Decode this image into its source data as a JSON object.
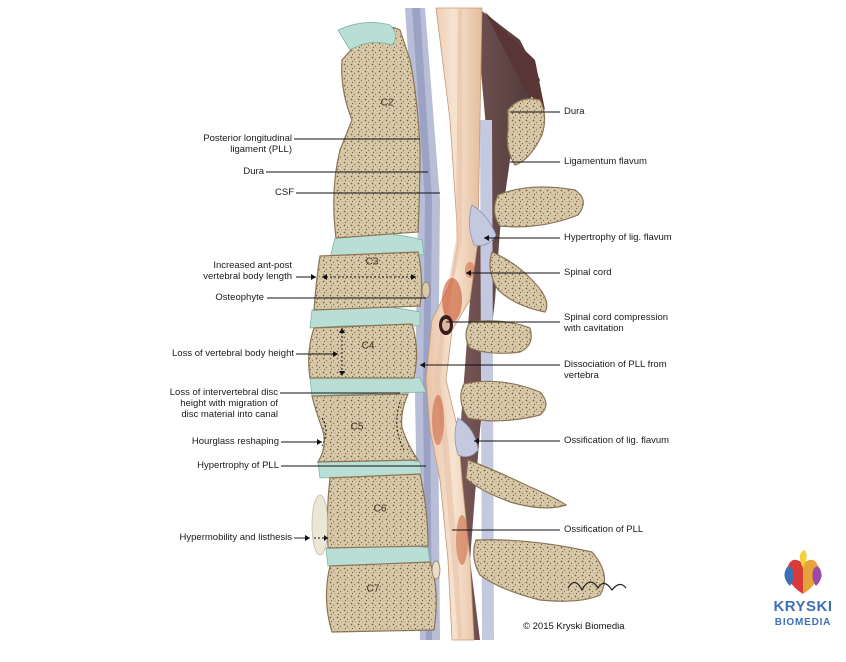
{
  "left_labels": [
    {
      "id": "pll",
      "text": "Posterior longitudinal\nligament (PLL)"
    },
    {
      "id": "dura-left",
      "text": "Dura"
    },
    {
      "id": "csf",
      "text": "CSF"
    },
    {
      "id": "ant-post",
      "text": "Increased ant-post\nvertebral body length"
    },
    {
      "id": "osteophyte",
      "text": "Osteophyte"
    },
    {
      "id": "loss-height",
      "text": "Loss of vertebral body height"
    },
    {
      "id": "loss-disc",
      "text": "Loss of intervertebral disc\nheight with migration of\ndisc material into canal"
    },
    {
      "id": "hourglass",
      "text": "Hourglass reshaping"
    },
    {
      "id": "hypertrophy-pll",
      "text": "Hypertrophy of PLL"
    },
    {
      "id": "hypermobility",
      "text": "Hypermobility and listhesis"
    }
  ],
  "right_labels": [
    {
      "id": "dura-right",
      "text": "Dura"
    },
    {
      "id": "lig-flavum",
      "text": "Ligamentum flavum"
    },
    {
      "id": "hyp-lig-flavum",
      "text": "Hypertrophy of lig. flavum"
    },
    {
      "id": "spinal-cord",
      "text": "Spinal cord"
    },
    {
      "id": "cord-compression",
      "text": "Spinal cord compression\nwith cavitation"
    },
    {
      "id": "dissociation-pll",
      "text": "Dissociation of PLL from\nvertebra"
    },
    {
      "id": "ossif-lig-flavum",
      "text": "Ossification of lig. flavum"
    },
    {
      "id": "ossif-pll",
      "text": "Ossification of PLL"
    }
  ],
  "vertebrae": [
    "C2",
    "C3",
    "C4",
    "C5",
    "C6",
    "C7"
  ],
  "signature": "Kryski",
  "copyright": "© 2015 Kryski Biomedia",
  "logo": {
    "line1": "KRYSKI",
    "line2": "BIOMEDIA"
  },
  "colors": {
    "bone": "#d8c9a8",
    "bone_speckle": "#7a6347",
    "disc": "#b9ded6",
    "cord": "#f3d8c2",
    "dura": "#b8bed8",
    "dark_tissue": "#4a2e2e",
    "lesion": "#c2461e",
    "logo_blue": "#3d6fb6"
  }
}
